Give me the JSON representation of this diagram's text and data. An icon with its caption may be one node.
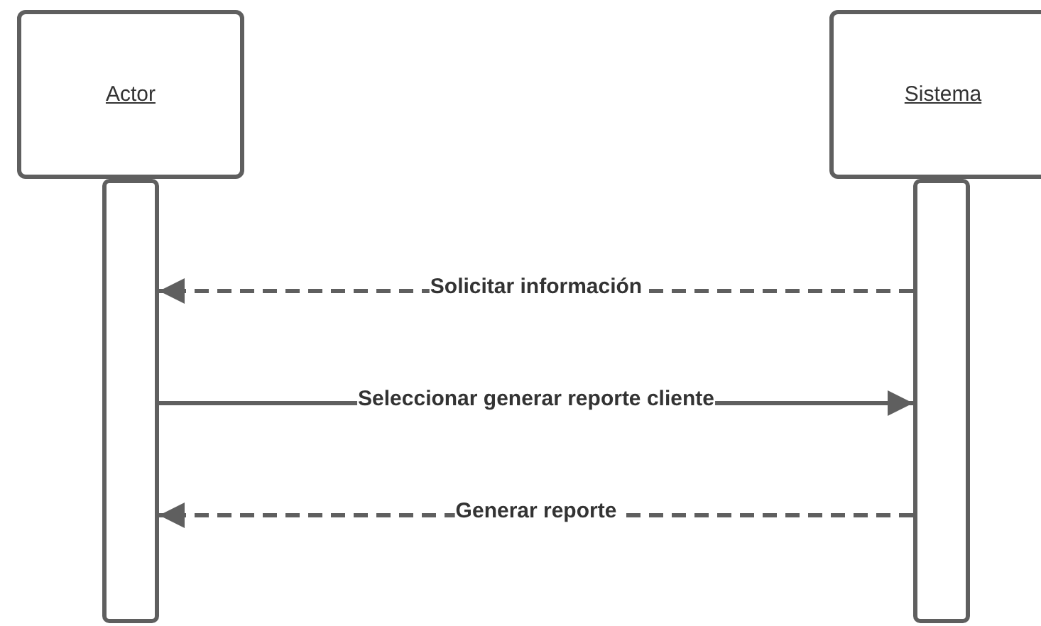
{
  "diagram": {
    "nodes": [
      {
        "text": [
          "Actor"
        ]
      },
      {
        "text": [
          "Sistema"
        ]
      },
      {
        "text": [],
        "shape": "bar"
      },
      {
        "text": [],
        "shape": "bar"
      }
    ],
    "edges": [
      {
        "from": 3,
        "to": 2,
        "arrow": "to",
        "label": "Solicitar información",
        "style": "dashed"
      },
      {
        "from": 2,
        "to": 3,
        "arrow": "to",
        "label": "Seleccionar generar reporte cliente"
      },
      {
        "from": 3,
        "to": 2,
        "arrow": "to",
        "label": "Generar reporte",
        "style": "dashed"
      }
    ]
  }
}
